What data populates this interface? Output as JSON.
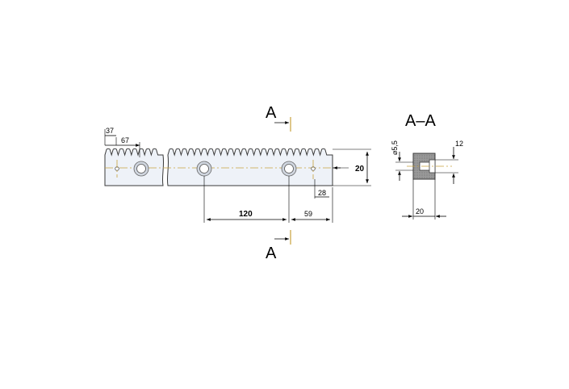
{
  "section": {
    "top_label": "A",
    "bottom_label": "A",
    "view_title": "A–A"
  },
  "dimensions": {
    "d37": "37",
    "d67": "67",
    "d20_height": "20",
    "d28": "28",
    "d120": "120",
    "d59": "59",
    "d12": "12",
    "d5_5": "⌀5,5",
    "d20_width": "20"
  },
  "colors": {
    "body_fill": "#eef2f8",
    "outline": "#3a3a3a",
    "centerline": "#c8a23c",
    "hatch": "#8a8a8a"
  }
}
